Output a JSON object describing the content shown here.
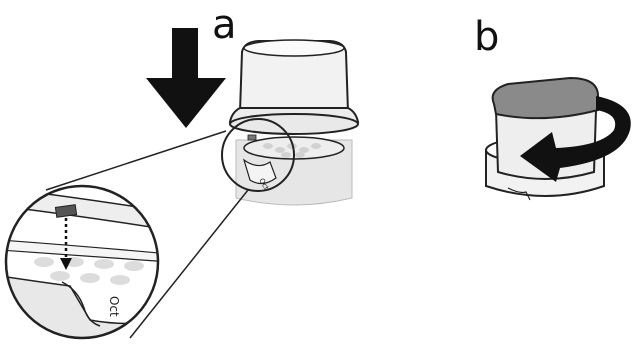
{
  "panels": {
    "a": {
      "letter": "a",
      "blend_label": "Oct"
    },
    "b": {
      "letter": "b"
    }
  },
  "colors": {
    "outline": "#222222",
    "arrow": "#111111",
    "lid_gray": "#8a8a8a",
    "light_gray": "#e2e2e2",
    "hole_gray": "#d6d6d6",
    "background": "#ffffff"
  }
}
